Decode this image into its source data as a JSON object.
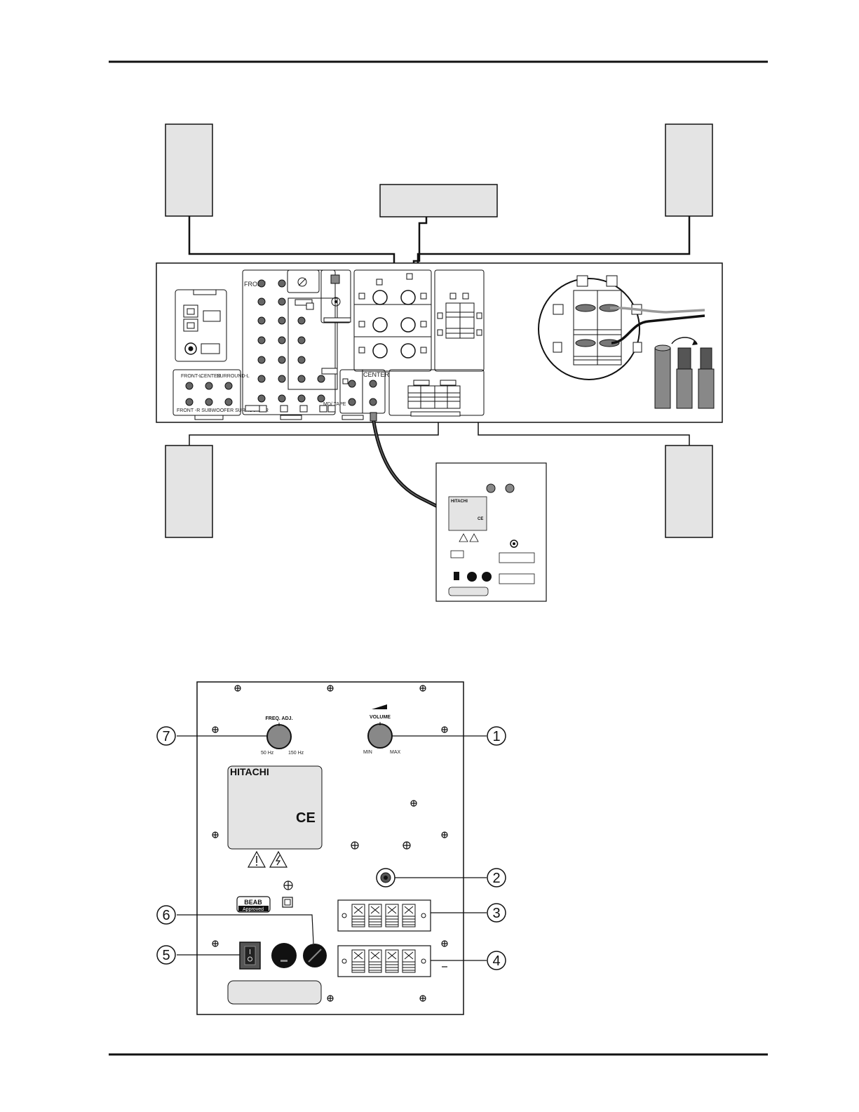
{
  "receiver": {
    "front_panel_label": "FRONT",
    "group_labels": [
      "FRONT-L",
      "CENTER",
      "SURROUND-L"
    ],
    "bottom_label": "FRONT -R  SUBWOOFER  SURROUND-R",
    "md_tape_label": "MD/ TAPE",
    "center_label": "CENTER"
  },
  "subwoofer": {
    "brand": "HITACHI",
    "ce_mark": "CE",
    "beab_top": "BEAB",
    "beab_bottom": "Approved",
    "freq_label": "FREQ. ADJ.",
    "freq_min": "50 Hz",
    "freq_max": "150 Hz",
    "volume_label": "VOLUME",
    "volume_min": "MIN",
    "volume_max": "MAX"
  },
  "callouts": [
    "1",
    "2",
    "3",
    "4",
    "5",
    "6",
    "7"
  ]
}
